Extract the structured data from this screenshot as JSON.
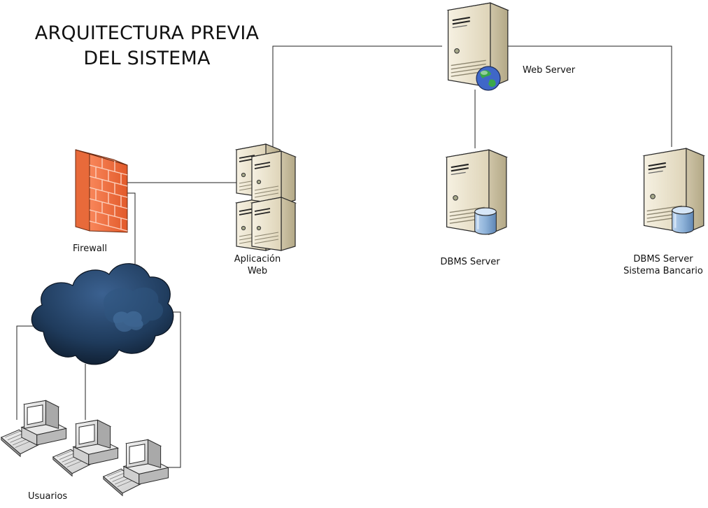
{
  "diagram": {
    "title_line1": "ARQUITECTURA PREVIA",
    "title_line2": "DEL SISTEMA",
    "nodes": {
      "web_server": "Web Server",
      "aplicacion_line1": "Aplicación",
      "aplicacion_line2": "Web",
      "dbms_server": "DBMS Server",
      "dbms_bank_line1": "DBMS Server",
      "dbms_bank_line2": "Sistema Bancario",
      "firewall": "Firewall",
      "usuarios": "Usuarios"
    }
  },
  "colors": {
    "server_body": "#ece4cf",
    "server_side": "#cfc5a8",
    "firewall": "#f26b3a",
    "cloud": "#1f3b5c",
    "database": "#8fb3d9",
    "globe_land": "#3aa84a",
    "globe_sea": "#3f67c8"
  }
}
